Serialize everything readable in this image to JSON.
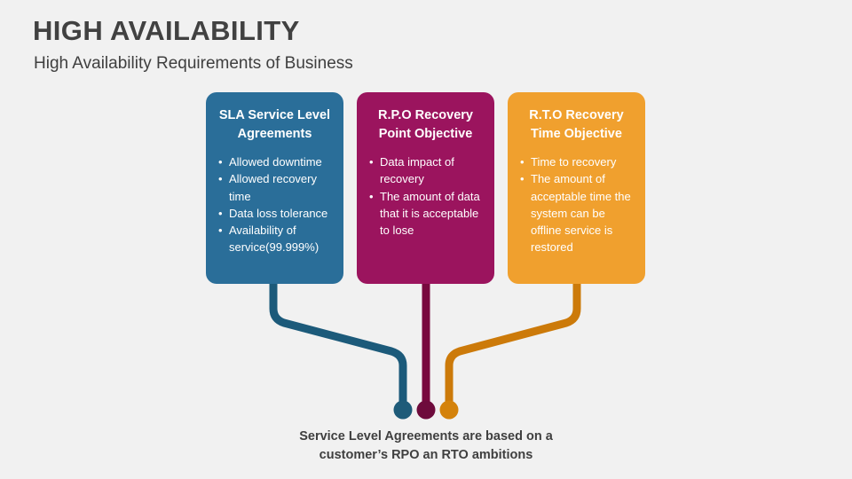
{
  "slide": {
    "background_color": "#f1f1f1",
    "title": "HIGH AVAILABILITY",
    "subtitle": "High Availability Requirements of Business"
  },
  "cards": [
    {
      "id": "sla",
      "title": "SLA Service Level Agreements",
      "color": "#2a6e99",
      "connector_color": "#1c5a7a",
      "bullet_glyph": "•",
      "bullets": [
        "Allowed downtime",
        "Allowed recovery time",
        "Data loss tolerance",
        "Availability of service(99.999%)"
      ]
    },
    {
      "id": "rpo",
      "title": "R.P.O Recovery Point Objective",
      "color": "#9b145e",
      "connector_color": "#78093f",
      "bullet_glyph": "•",
      "bullets": [
        "Data impact of recovery",
        "The amount of data that it is acceptable to lose"
      ]
    },
    {
      "id": "rto",
      "title": "R.T.O Recovery Time Objective",
      "color": "#f0a02e",
      "connector_color": "#cc7a0a",
      "bullet_glyph": "•",
      "bullets": [
        "Time to recovery",
        "The amount of acceptable time the system can be offline service is restored"
      ]
    }
  ],
  "caption": {
    "line1": "Service Level Agreements are based on a",
    "line2": "customer’s RPO an RTO ambitions",
    "color": "#3f3f3f"
  }
}
